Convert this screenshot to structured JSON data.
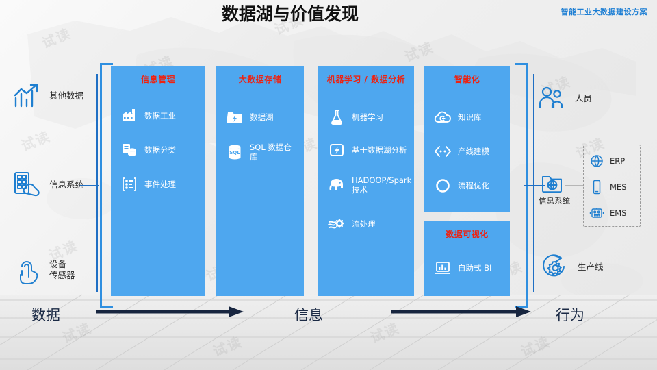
{
  "header": {
    "title": "数据湖与价值发现",
    "right_label": "智能工业大数据建设方案"
  },
  "colors": {
    "panel_blue": "#4ea7ef",
    "title_red": "#ee2211",
    "accent_blue": "#1f6fc4",
    "bracket_blue": "#2f8fe0",
    "arrow_navy": "#17253f"
  },
  "left_items": [
    {
      "label": "其他数据",
      "icon": "chart-growth-icon"
    },
    {
      "label": "信息系统",
      "icon": "tablet-hand-icon"
    },
    {
      "label": "设备\n传感器",
      "line1": "设备",
      "line2": "传感器",
      "icon": "fingerprint-touch-icon"
    }
  ],
  "columns": [
    {
      "id": "information-management",
      "title": "信息管理",
      "items": [
        {
          "label": "数据工业",
          "icon": "factory-icon"
        },
        {
          "label": "数据分类",
          "icon": "data-stack-icon"
        },
        {
          "label": "事件处理",
          "icon": "event-flow-icon"
        }
      ]
    },
    {
      "id": "big-data-storage",
      "title": "大数据存储",
      "items": [
        {
          "label": "数据湖",
          "icon": "folder-bolt-icon"
        },
        {
          "label": "SQL 数据仓库",
          "icon": "sql-database-icon"
        }
      ]
    },
    {
      "id": "machine-learning-analytics",
      "title": "机器学习 / 数据分析",
      "items": [
        {
          "label": "机器学习",
          "icon": "flask-icon"
        },
        {
          "label": "基于数据湖分析",
          "icon": "bolt-square-icon"
        },
        {
          "label": "HADOOP/Spark技术",
          "icon": "elephant-icon"
        },
        {
          "label": "流处理",
          "icon": "stream-gear-icon"
        }
      ]
    },
    {
      "id": "intelligence",
      "title": "智能化",
      "items": [
        {
          "label": "知识库",
          "icon": "cloud-edge-icon"
        },
        {
          "label": "产线建模",
          "icon": "diamond-dots-icon"
        },
        {
          "label": "流程优化",
          "icon": "circle-ring-icon"
        }
      ]
    }
  ],
  "visualization_panel": {
    "id": "data-visualization",
    "title": "数据可视化",
    "items": [
      {
        "label": "自助式 BI",
        "icon": "bar-chart-screen-icon"
      }
    ]
  },
  "right_items": [
    {
      "label": "人员",
      "icon": "people-icon"
    },
    {
      "label": "信息系统",
      "icon": "folder-globe-icon"
    },
    {
      "label": "生产线",
      "icon": "gear-arrow-icon"
    }
  ],
  "systems": [
    {
      "label": "ERP",
      "icon": "globe-icon"
    },
    {
      "label": "MES",
      "icon": "mobile-phone-icon"
    },
    {
      "label": "EMS",
      "icon": "robot-icon"
    }
  ],
  "flow": {
    "stage_left": "数据",
    "stage_mid": "信息",
    "stage_right": "行为"
  },
  "watermark": {
    "text": "试读"
  }
}
